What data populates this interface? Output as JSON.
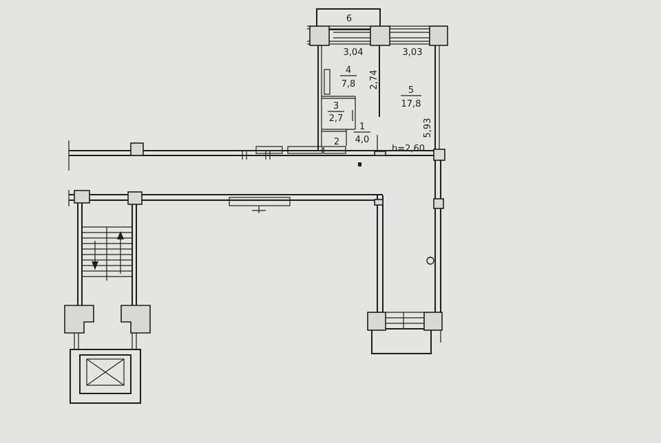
{
  "rooms": [
    {
      "id": "4",
      "area": "7,8"
    },
    {
      "id": "5",
      "area": "17,8"
    },
    {
      "id": "3",
      "area": "2,7"
    },
    {
      "id": "1",
      "area": "4,0"
    },
    {
      "id": "2",
      "area": ""
    },
    {
      "id": "6",
      "area": ""
    }
  ],
  "dimensions": {
    "left_width": "3,04",
    "right_width": "3,03",
    "partition_length": "2,74",
    "room_depth": "5,93",
    "ceiling_height": "h=2,60"
  },
  "colors": {
    "paper": "#e4e4e2",
    "ink": "#1e1e1e"
  }
}
